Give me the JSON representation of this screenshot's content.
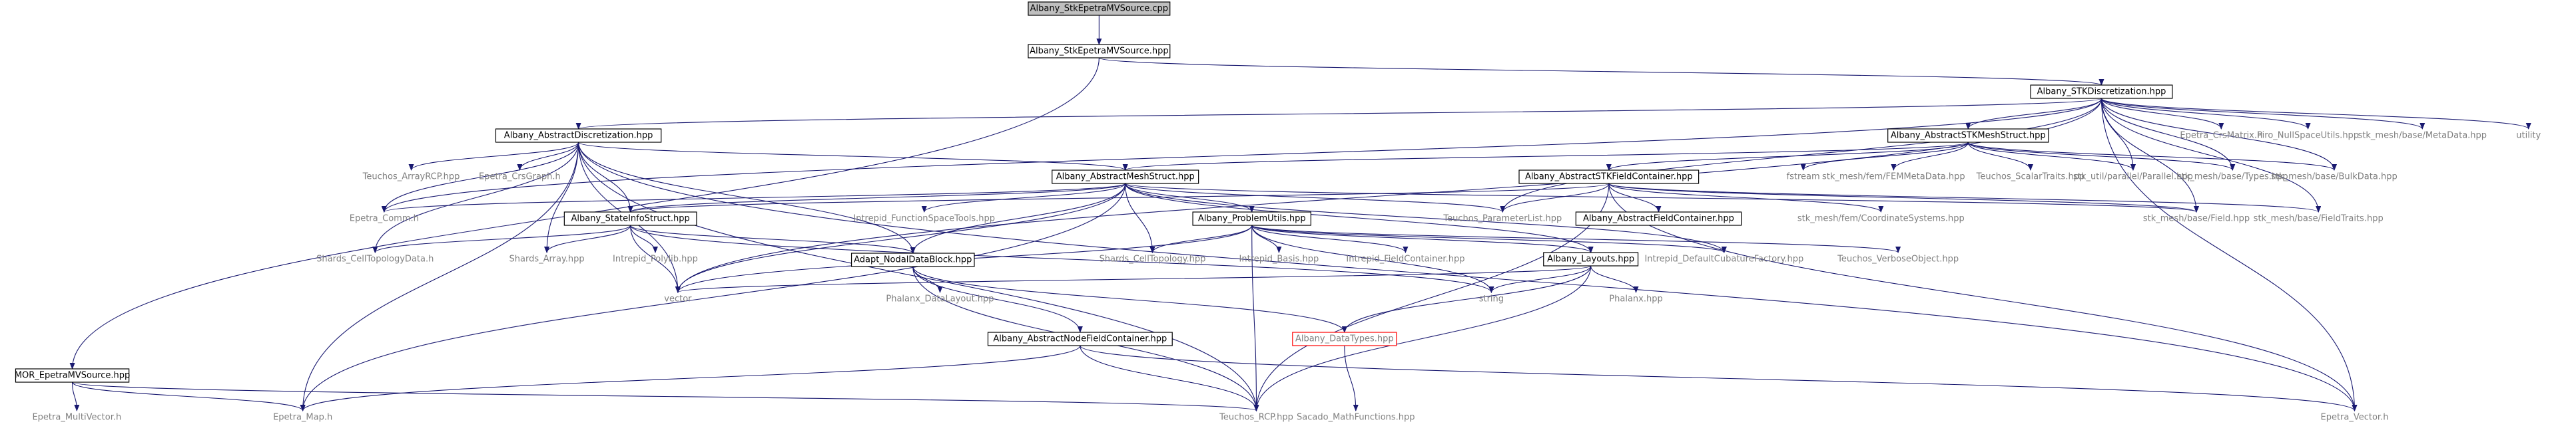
{
  "graph": {
    "type": "include-dependency-graph",
    "colors": {
      "edge": "#191970",
      "root_fill": "#bfbfbf",
      "box_stroke": "#000000",
      "red_stroke": "#ff0000",
      "system_text": "#7f7f7f"
    },
    "nodes": [
      {
        "id": "src",
        "label": "Albany_StkEpetraMVSource.cpp",
        "style": "root"
      },
      {
        "id": "hpp",
        "label": "Albany_StkEpetraMVSource.hpp",
        "style": "box"
      },
      {
        "id": "stkdisc",
        "label": "Albany_STKDiscretization.hpp",
        "style": "box"
      },
      {
        "id": "mor",
        "label": "MOR_EpetraMVSource.hpp",
        "style": "box"
      },
      {
        "id": "absdisc",
        "label": "Albany_AbstractDiscretization.hpp",
        "style": "box"
      },
      {
        "id": "absstkmesh",
        "label": "Albany_AbstractSTKMeshStruct.hpp",
        "style": "box"
      },
      {
        "id": "absmesh",
        "label": "Albany_AbstractMeshStruct.hpp",
        "style": "box"
      },
      {
        "id": "absstkfield",
        "label": "Albany_AbstractSTKFieldContainer.hpp",
        "style": "box"
      },
      {
        "id": "stateinfo",
        "label": "Albany_StateInfoStruct.hpp",
        "style": "box"
      },
      {
        "id": "problemutils",
        "label": "Albany_ProblemUtils.hpp",
        "style": "box"
      },
      {
        "id": "absfield",
        "label": "Albany_AbstractFieldContainer.hpp",
        "style": "box"
      },
      {
        "id": "adapt",
        "label": "Adapt_NodalDataBlock.hpp",
        "style": "box"
      },
      {
        "id": "layouts",
        "label": "Albany_Layouts.hpp",
        "style": "box"
      },
      {
        "id": "absnodefield",
        "label": "Albany_AbstractNodeFieldContainer.hpp",
        "style": "box"
      },
      {
        "id": "datatypes",
        "label": "Albany_DataTypes.hpp",
        "style": "red"
      },
      {
        "id": "crsmatrix",
        "label": "Epetra_CrsMatrix.h",
        "style": "sys"
      },
      {
        "id": "piro",
        "label": "Piro_NullSpaceUtils.hpp",
        "style": "sys"
      },
      {
        "id": "metadata",
        "label": "stk_mesh/base/MetaData.hpp",
        "style": "sys"
      },
      {
        "id": "utility",
        "label": "utility",
        "style": "sys"
      },
      {
        "id": "arrayrcp",
        "label": "Teuchos_ArrayRCP.hpp",
        "style": "sys"
      },
      {
        "id": "crsgraph",
        "label": "Epetra_CrsGraph.h",
        "style": "sys"
      },
      {
        "id": "fstream",
        "label": "fstream",
        "style": "sys"
      },
      {
        "id": "femmeta",
        "label": "stk_mesh/fem/FEMMetaData.hpp",
        "style": "sys"
      },
      {
        "id": "scalartraits",
        "label": "Teuchos_ScalarTraits.hpp",
        "style": "sys"
      },
      {
        "id": "parallel",
        "label": "stk_util/parallel/Parallel.hpp",
        "style": "sys"
      },
      {
        "id": "types",
        "label": "stk_mesh/base/Types.hpp",
        "style": "sys"
      },
      {
        "id": "bulkdata",
        "label": "stk_mesh/base/BulkData.hpp",
        "style": "sys"
      },
      {
        "id": "comm",
        "label": "Epetra_Comm.h",
        "style": "sys"
      },
      {
        "id": "fnspace",
        "label": "Intrepid_FunctionSpaceTools.hpp",
        "style": "sys"
      },
      {
        "id": "paramlist",
        "label": "Teuchos_ParameterList.hpp",
        "style": "sys"
      },
      {
        "id": "coordsys",
        "label": "stk_mesh/fem/CoordinateSystems.hpp",
        "style": "sys"
      },
      {
        "id": "field",
        "label": "stk_mesh/base/Field.hpp",
        "style": "sys"
      },
      {
        "id": "fieldtraits",
        "label": "stk_mesh/base/FieldTraits.hpp",
        "style": "sys"
      },
      {
        "id": "celltopodata",
        "label": "Shards_CellTopologyData.h",
        "style": "sys"
      },
      {
        "id": "shardsarray",
        "label": "Shards_Array.hpp",
        "style": "sys"
      },
      {
        "id": "polylib",
        "label": "Intrepid_Polylib.hpp",
        "style": "sys"
      },
      {
        "id": "celltopo",
        "label": "Shards_CellTopology.hpp",
        "style": "sys"
      },
      {
        "id": "basis",
        "label": "Intrepid_Basis.hpp",
        "style": "sys"
      },
      {
        "id": "fieldcont",
        "label": "Intrepid_FieldContainer.hpp",
        "style": "sys"
      },
      {
        "id": "cubature",
        "label": "Intrepid_DefaultCubatureFactory.hpp",
        "style": "sys"
      },
      {
        "id": "verbose",
        "label": "Teuchos_VerboseObject.hpp",
        "style": "sys"
      },
      {
        "id": "vector",
        "label": "vector",
        "style": "sys"
      },
      {
        "id": "string",
        "label": "string",
        "style": "sys"
      },
      {
        "id": "phalanx",
        "label": "Phalanx.hpp",
        "style": "sys"
      },
      {
        "id": "phxlayout",
        "label": "Phalanx_DataLayout.hpp",
        "style": "sys"
      },
      {
        "id": "multivector",
        "label": "Epetra_MultiVector.h",
        "style": "sys"
      },
      {
        "id": "map",
        "label": "Epetra_Map.h",
        "style": "sys"
      },
      {
        "id": "rcp",
        "label": "Teuchos_RCP.hpp",
        "style": "sys"
      },
      {
        "id": "sacado",
        "label": "Sacado_MathFunctions.hpp",
        "style": "sys"
      },
      {
        "id": "epvector",
        "label": "Epetra_Vector.h",
        "style": "sys"
      }
    ],
    "edges": [
      [
        "src",
        "hpp"
      ],
      [
        "hpp",
        "stkdisc"
      ],
      [
        "hpp",
        "mor"
      ],
      [
        "stkdisc",
        "absdisc"
      ],
      [
        "stkdisc",
        "absstkmesh"
      ],
      [
        "stkdisc",
        "crsmatrix"
      ],
      [
        "stkdisc",
        "piro"
      ],
      [
        "stkdisc",
        "metadata"
      ],
      [
        "stkdisc",
        "utility"
      ],
      [
        "stkdisc",
        "parallel"
      ],
      [
        "stkdisc",
        "types"
      ],
      [
        "stkdisc",
        "bulkdata"
      ],
      [
        "stkdisc",
        "fieldtraits"
      ],
      [
        "stkdisc",
        "field"
      ],
      [
        "stkdisc",
        "paramlist"
      ],
      [
        "stkdisc",
        "comm"
      ],
      [
        "stkdisc",
        "vector"
      ],
      [
        "stkdisc",
        "epvector"
      ],
      [
        "mor",
        "multivector"
      ],
      [
        "mor",
        "map"
      ],
      [
        "mor",
        "rcp"
      ],
      [
        "absdisc",
        "absmesh"
      ],
      [
        "absdisc",
        "stateinfo"
      ],
      [
        "absdisc",
        "arrayrcp"
      ],
      [
        "absdisc",
        "crsgraph"
      ],
      [
        "absdisc",
        "comm"
      ],
      [
        "absdisc",
        "map"
      ],
      [
        "absdisc",
        "rcp"
      ],
      [
        "absdisc",
        "vector"
      ],
      [
        "absdisc",
        "celltopodata"
      ],
      [
        "absdisc",
        "shardsarray"
      ],
      [
        "absdisc",
        "adapt"
      ],
      [
        "absdisc",
        "epvector"
      ],
      [
        "absstkmesh",
        "absmesh"
      ],
      [
        "absstkmesh",
        "absstkfield"
      ],
      [
        "absstkmesh",
        "fstream"
      ],
      [
        "absstkmesh",
        "femmeta"
      ],
      [
        "absstkmesh",
        "scalartraits"
      ],
      [
        "absstkmesh",
        "parallel"
      ],
      [
        "absstkmesh",
        "types"
      ],
      [
        "absstkmesh",
        "bulkdata"
      ],
      [
        "absmesh",
        "stateinfo"
      ],
      [
        "absmesh",
        "problemutils"
      ],
      [
        "absmesh",
        "adapt"
      ],
      [
        "absmesh",
        "comm"
      ],
      [
        "absmesh",
        "fnspace"
      ],
      [
        "absmesh",
        "paramlist"
      ],
      [
        "absmesh",
        "celltopo"
      ],
      [
        "absmesh",
        "layouts"
      ],
      [
        "absmesh",
        "cubature"
      ],
      [
        "absmesh",
        "vector"
      ],
      [
        "absmesh",
        "map"
      ],
      [
        "absmesh",
        "field"
      ],
      [
        "absstkfield",
        "absfield"
      ],
      [
        "absstkfield",
        "paramlist"
      ],
      [
        "absstkfield",
        "coordsys"
      ],
      [
        "absstkfield",
        "field"
      ],
      [
        "absstkfield",
        "fieldtraits"
      ],
      [
        "absstkfield",
        "stateinfo"
      ],
      [
        "absstkfield",
        "epvector"
      ],
      [
        "absstkfield",
        "rcp"
      ],
      [
        "stateinfo",
        "celltopodata"
      ],
      [
        "stateinfo",
        "shardsarray"
      ],
      [
        "stateinfo",
        "polylib"
      ],
      [
        "stateinfo",
        "adapt"
      ],
      [
        "stateinfo",
        "vector"
      ],
      [
        "stateinfo",
        "string"
      ],
      [
        "problemutils",
        "layouts"
      ],
      [
        "problemutils",
        "celltopo"
      ],
      [
        "problemutils",
        "basis"
      ],
      [
        "problemutils",
        "fieldcont"
      ],
      [
        "problemutils",
        "cubature"
      ],
      [
        "problemutils",
        "verbose"
      ],
      [
        "problemutils",
        "vector"
      ],
      [
        "problemutils",
        "string"
      ],
      [
        "problemutils",
        "rcp"
      ],
      [
        "adapt",
        "absnodefield"
      ],
      [
        "adapt",
        "phxlayout"
      ],
      [
        "adapt",
        "datatypes"
      ],
      [
        "adapt",
        "rcp"
      ],
      [
        "layouts",
        "datatypes"
      ],
      [
        "layouts",
        "phalanx"
      ],
      [
        "layouts",
        "string"
      ],
      [
        "layouts",
        "vector"
      ],
      [
        "layouts",
        "rcp"
      ],
      [
        "absnodefield",
        "map"
      ],
      [
        "absnodefield",
        "rcp"
      ],
      [
        "absnodefield",
        "epvector"
      ],
      [
        "datatypes",
        "sacado"
      ]
    ]
  }
}
